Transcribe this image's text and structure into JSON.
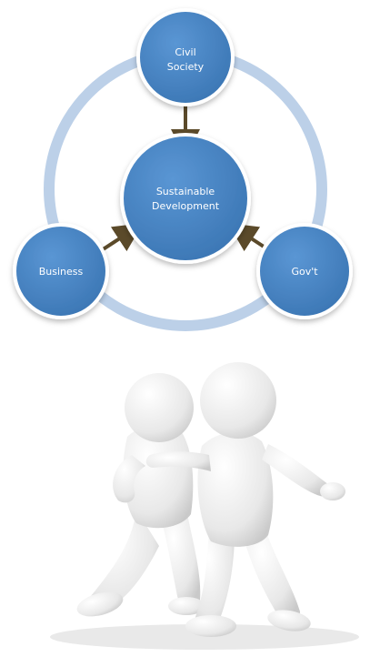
{
  "diagram": {
    "center": {
      "label_lines": [
        "Sustainable",
        "Development"
      ]
    },
    "nodes": [
      {
        "id": "civil-society",
        "label_lines": [
          "Civil",
          "Society"
        ]
      },
      {
        "id": "business",
        "label_lines": [
          "Business"
        ]
      },
      {
        "id": "govt",
        "label_lines": [
          "Gov't"
        ]
      }
    ],
    "colors": {
      "circle_fill": "#4a86c5",
      "circle_border": "#ffffff",
      "ring": "#bcd0e8",
      "arrow": "#5b4a2a"
    }
  },
  "illustration": {
    "icon": "two-figures-walking-icon",
    "body_color": "#eeeeee",
    "shadow_color": "#c9c9c9"
  }
}
